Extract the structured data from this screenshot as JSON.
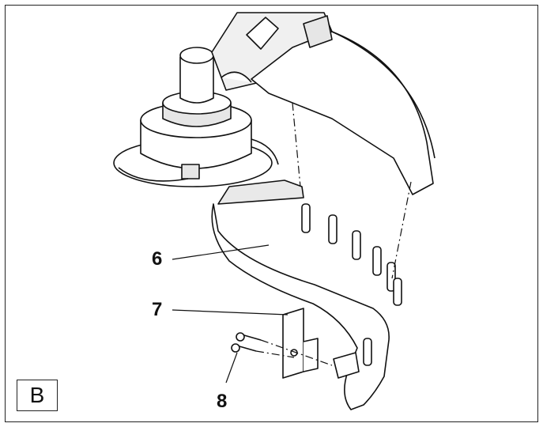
{
  "diagram": {
    "callouts": [
      {
        "id": "6",
        "text": "6"
      },
      {
        "id": "7",
        "text": "7"
      },
      {
        "id": "8",
        "text": "8"
      }
    ],
    "panel_letter": "B",
    "colors": {
      "line": "#111111",
      "background": "#ffffff",
      "shade": "#d9d9d9"
    }
  }
}
